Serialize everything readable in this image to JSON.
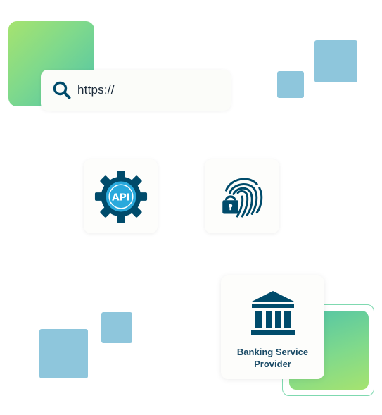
{
  "url_bar": {
    "text": "https://"
  },
  "api_card": {
    "label": "API",
    "icon": "gear-icon"
  },
  "fingerprint_card": {
    "icon": "fingerprint-lock-icon"
  },
  "bank_card": {
    "icon": "bank-icon",
    "label_line1": "Banking Service",
    "label_line2": "Provider"
  },
  "colors": {
    "navy": "#004b6b",
    "light_blue": "#8ec6dc",
    "green_start": "#a6e36f",
    "green_end": "#4fc3a8"
  }
}
